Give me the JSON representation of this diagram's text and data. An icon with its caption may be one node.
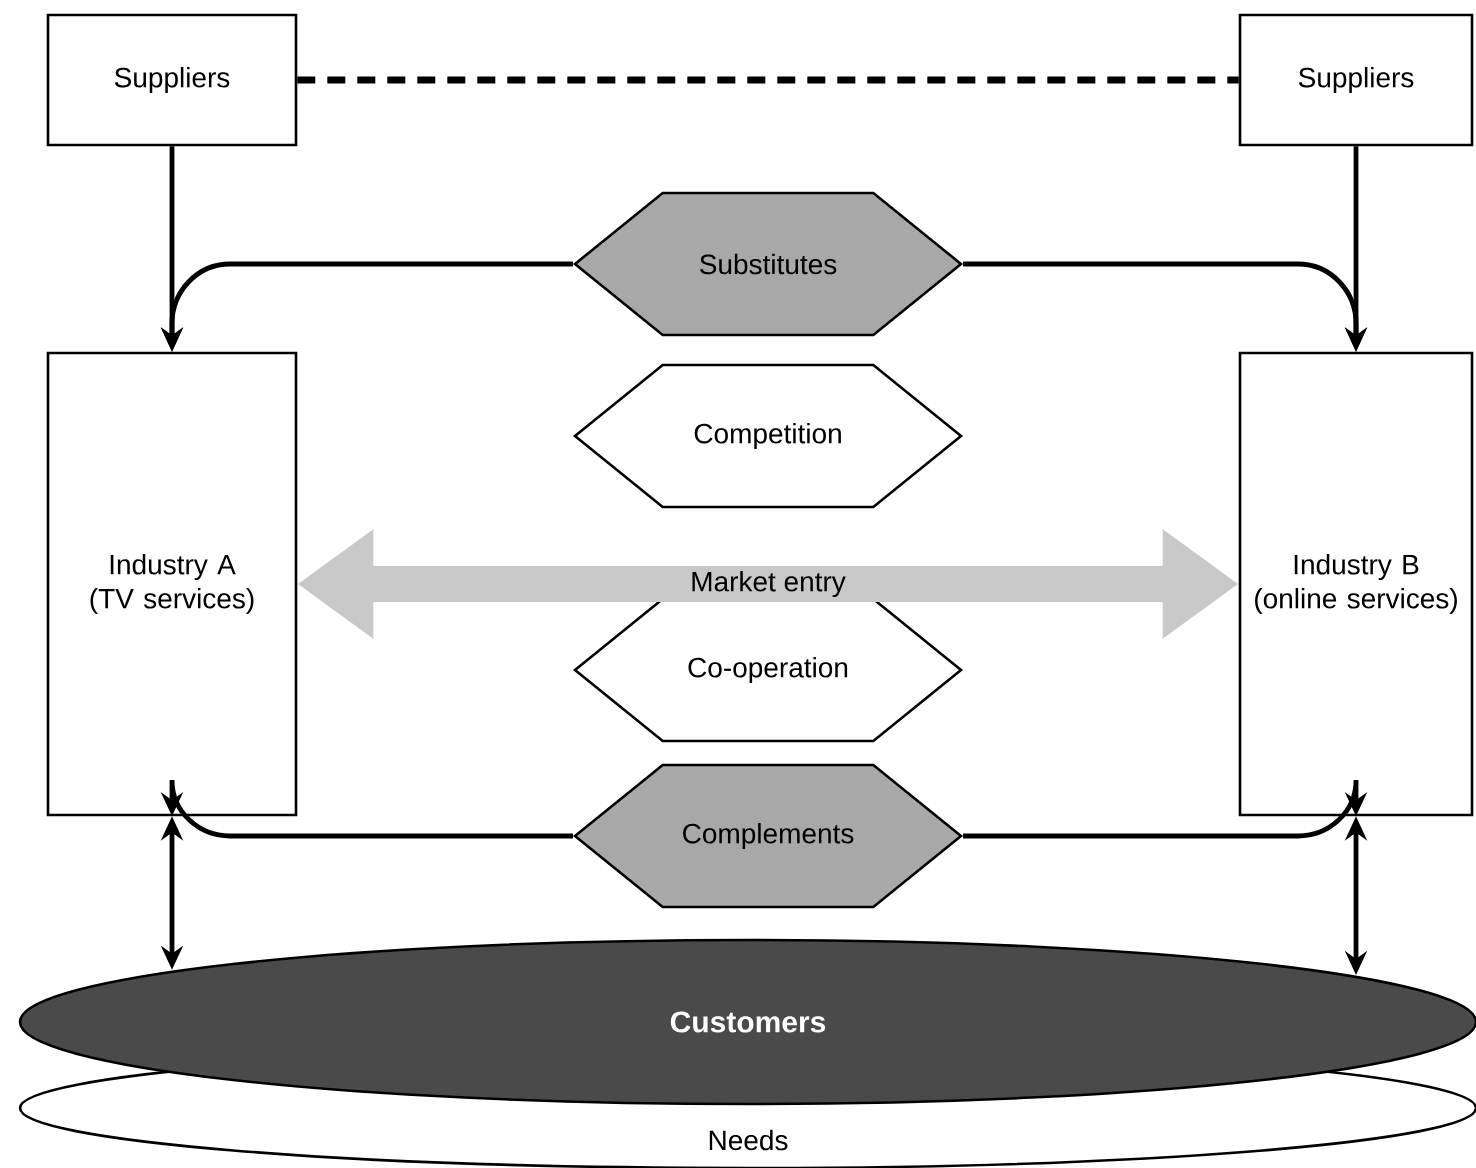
{
  "diagram": {
    "nodes": [
      {
        "text": [
          "Suppliers"
        ]
      },
      {
        "text": [
          "Suppliers"
        ]
      },
      {
        "text": [
          "Substitutes"
        ]
      },
      {
        "text": [
          "Industry A",
          "(TV services)"
        ]
      },
      {
        "text": [
          "Competition"
        ]
      },
      {
        "text": [
          "Industry B",
          "(online services)"
        ]
      },
      {
        "text": [
          "Co-operation"
        ]
      },
      {
        "text": [
          "Complements"
        ]
      },
      {
        "text": [
          "Customers"
        ]
      },
      {
        "text": [
          "Needs"
        ]
      }
    ],
    "edges": [
      {
        "from": 0,
        "to": 1,
        "arrow": "none",
        "style": "dashed"
      },
      {
        "from": 0,
        "to": 3,
        "arrow": "to"
      },
      {
        "from": 1,
        "to": 5,
        "arrow": "to"
      },
      {
        "from": 2,
        "to": 3,
        "arrow": "to"
      },
      {
        "from": 2,
        "to": 5,
        "arrow": "to"
      },
      {
        "from": 3,
        "to": 5,
        "arrow": "both",
        "label": "Market entry",
        "style": "thick",
        "color": "#c8c8c8"
      },
      {
        "from": 7,
        "to": 3,
        "arrow": "to"
      },
      {
        "from": 7,
        "to": 5,
        "arrow": "to"
      },
      {
        "from": 3,
        "to": 8,
        "arrow": "both"
      },
      {
        "from": 5,
        "to": 8,
        "arrow": "both"
      }
    ]
  }
}
